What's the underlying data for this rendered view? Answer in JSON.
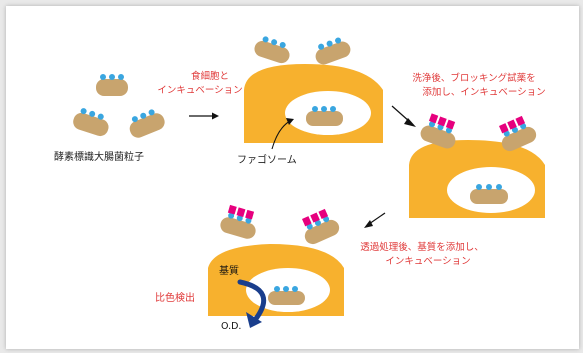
{
  "labels": {
    "bacteria": "酵素標識大腸菌粒子",
    "step1_line1": "食細胞と",
    "step1_line2": "インキュベーション",
    "phagosome": "ファゴソーム",
    "step2_line1": "洗浄後、ブロッキング試薬を",
    "step2_line2": "添加し、インキュベーション",
    "step3_line1": "透過処理後、基質を添加し、",
    "step3_line2": "インキュベーション",
    "substrate": "基質",
    "detection": "比色検出",
    "od": "O.D."
  },
  "colors": {
    "cell": "#f7b12e",
    "bacterium": "#c8a46e",
    "enzyme_dot": "#3aa6e0",
    "antibody": "#e6007e",
    "label_red": "#e03a3a",
    "arrow_blue": "#1a3e8c"
  }
}
